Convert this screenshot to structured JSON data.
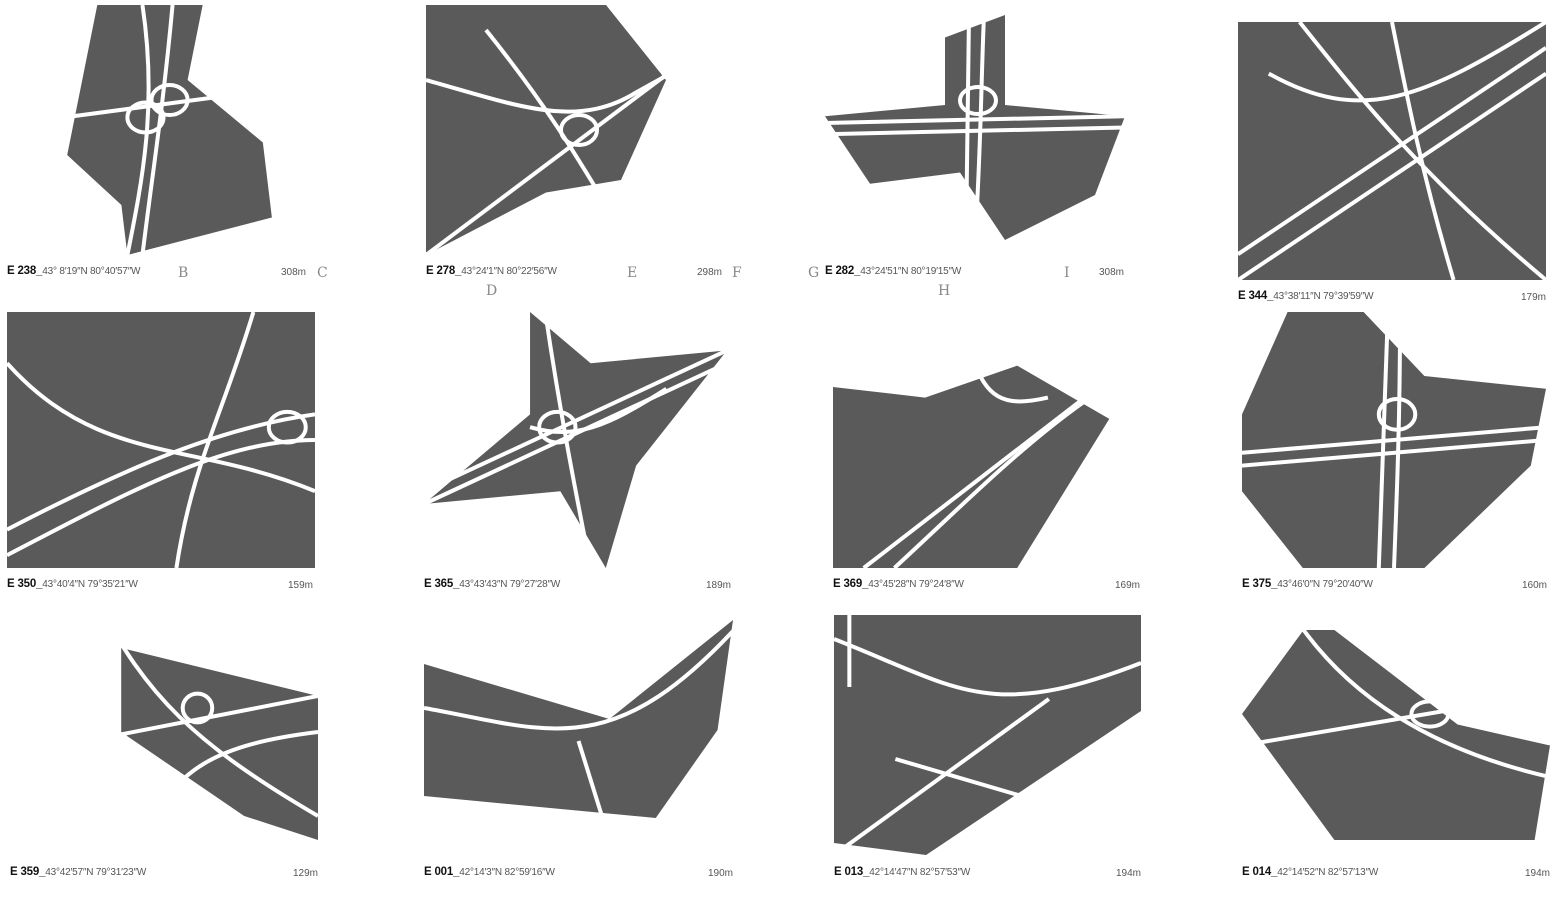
{
  "panels": [
    {
      "code": "E 238_",
      "coords": "43° 8′19″N 80°40′57″W",
      "scale": "308m"
    },
    {
      "code": "E 278_",
      "coords": "43°24′1″N 80°22′56″W",
      "scale": "298m"
    },
    {
      "code": "E 282_",
      "coords": "43°24′51″N 80°19′15″W",
      "scale": "308m"
    },
    {
      "code": "E 344_",
      "coords": "43°38′11″N 79°39′59″W",
      "scale": "179m"
    },
    {
      "code": "E 350_",
      "coords": "43°40′4″N 79°35′21″W",
      "scale": "159m"
    },
    {
      "code": "E 365_",
      "coords": "43°43′43″N 79°27′28″W",
      "scale": "189m"
    },
    {
      "code": "E 369_",
      "coords": "43°45′28″N 79°24′8″W",
      "scale": "169m"
    },
    {
      "code": "E 375_",
      "coords": "43°46′0″N 79°20′40″W",
      "scale": "160m"
    },
    {
      "code": "E 359_",
      "coords": "43°42′57″N 79°31′23″W",
      "scale": "129m"
    },
    {
      "code": "E 001_",
      "coords": "42°14′3″N 82°59′16″W",
      "scale": "190m"
    },
    {
      "code": "E 013_",
      "coords": "42°14′47″N 82°57′53″W",
      "scale": "194m"
    },
    {
      "code": "E 014_",
      "coords": "42°14′52″N 82°57′13″W",
      "scale": "194m"
    }
  ],
  "stray_letters": [
    "B",
    "C",
    "D",
    "E",
    "F",
    "G",
    "H",
    "I"
  ],
  "colors": {
    "terrain": "#5a5a5a",
    "road": "#ffffff",
    "caption": "#555555"
  }
}
